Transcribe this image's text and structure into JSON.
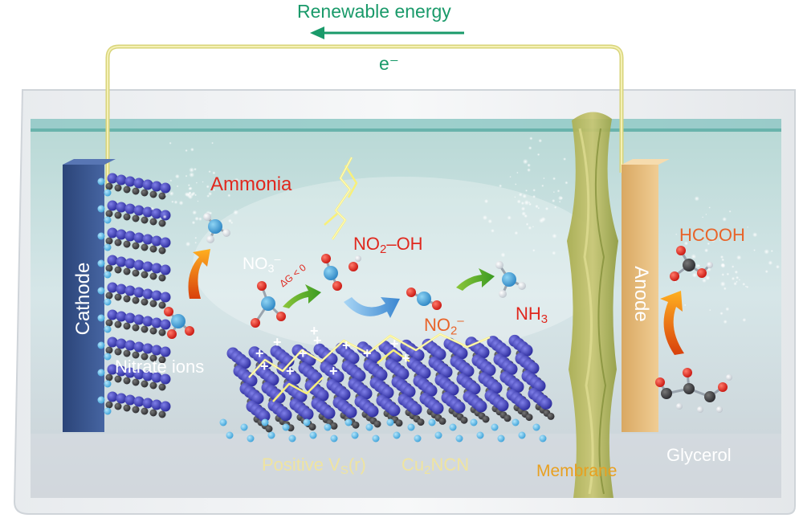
{
  "top": {
    "energy_label": "Renewable energy",
    "electron_label": "e⁻"
  },
  "electrodes": {
    "cathode": "Cathode",
    "anode": "Anode"
  },
  "labels": {
    "ammonia": "Ammonia",
    "no3": {
      "base": "NO",
      "sub": "3",
      "sup": "–"
    },
    "delta_g": "ΔG < 0",
    "no2_oh": {
      "base": "NO",
      "sub": "2",
      "rest": "–OH"
    },
    "no2": {
      "base": "NO",
      "sub": "2",
      "sup": "–"
    },
    "nh3": {
      "base": "NH",
      "sub": "3"
    },
    "nitrate_ions": "Nitrate ions",
    "positive_vs": {
      "base": "Positive V",
      "sub": "S",
      "rest": "(r)"
    },
    "cu2ncn": {
      "base": "Cu",
      "sub": "2",
      "rest": "NCN"
    },
    "membrane": "Membrane",
    "glycerol": "Glycerol",
    "hcooh": "HCOOH"
  },
  "colors": {
    "energy_green": "#1a9a6a",
    "product_red": "#e0281e",
    "hcooh_orange": "#e8642a",
    "membrane_orange": "#e8a020",
    "cathode_blue": "#34508a",
    "anode_tan": "#e3b877",
    "wire_yellow": "#e8e08a",
    "atom_blue": "#3a3ab8",
    "atom_light": "#5cb8e8",
    "atom_dark": "#3c3c40"
  }
}
